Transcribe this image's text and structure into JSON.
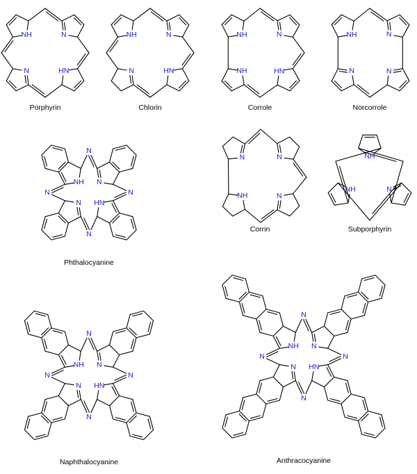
{
  "labels": {
    "nh": "NH",
    "n": "N",
    "hn": "HN"
  },
  "structures": {
    "porphyrin": "Porphyrin",
    "chlorin": "Chlorin",
    "corrole": "Corrole",
    "norcorrole": "Norcorrole",
    "phthalocyanine": "Phthalocyanine",
    "corrin": "Corrin",
    "subporphyrin": "Subporphyrin",
    "naphthalocyanine": "Naphthalocyanine",
    "anthracocyanine": "Anthracocyanine"
  },
  "colors": {
    "heteroatom": "#1a1acc",
    "bond": "#000000"
  }
}
